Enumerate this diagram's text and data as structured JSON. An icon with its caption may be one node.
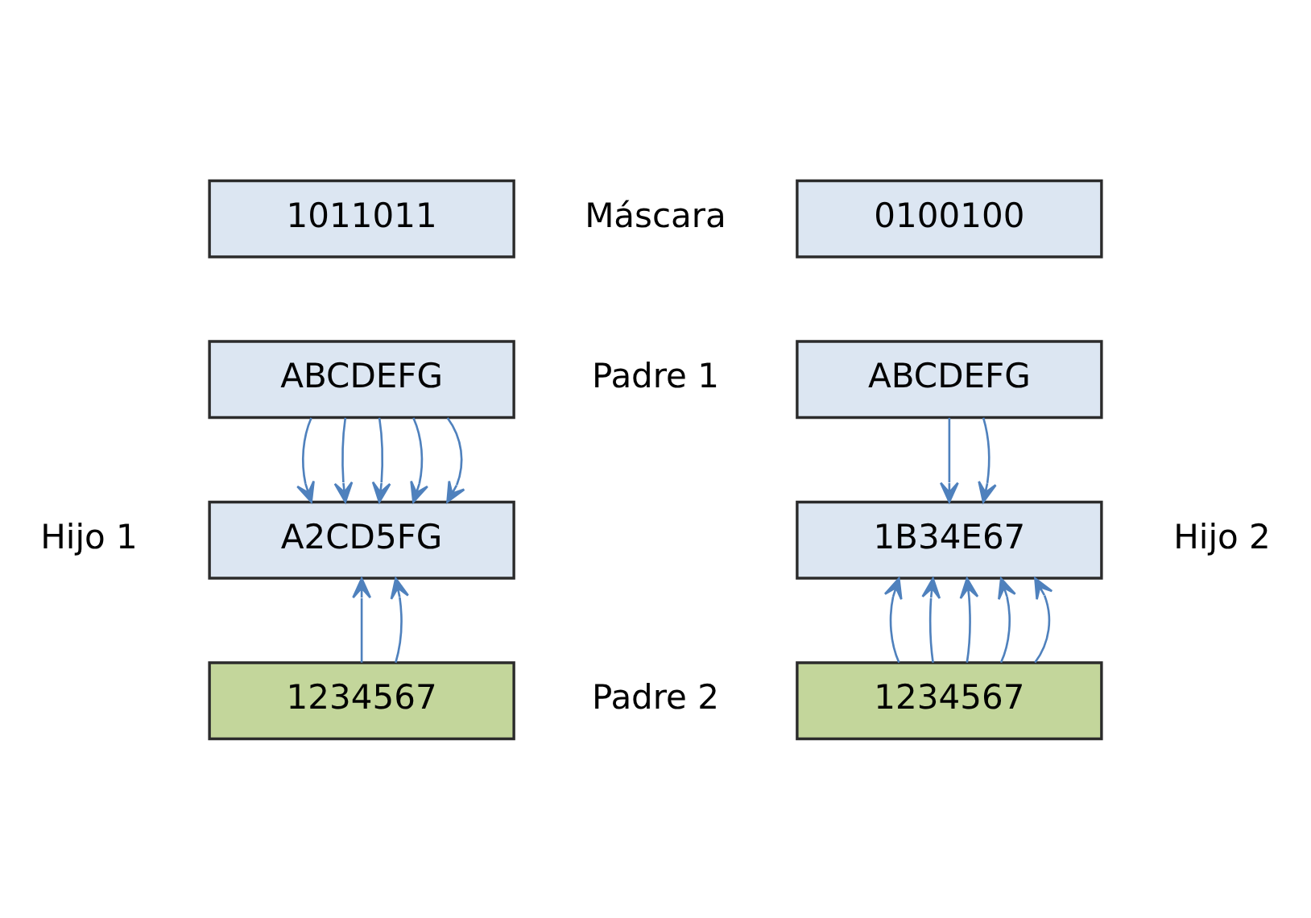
{
  "diagram": {
    "nodes": [
      {
        "text": [
          "1011011"
        ]
      },
      {
        "text": [
          "0100100"
        ]
      },
      {
        "text": [
          "ABCDEFG"
        ]
      },
      {
        "text": [
          "ABCDEFG"
        ]
      },
      {
        "text": [
          "A2CD5FG"
        ]
      },
      {
        "text": [
          "1B34E67"
        ]
      },
      {
        "text": [
          "1234567"
        ]
      },
      {
        "text": [
          "1234567"
        ]
      }
    ],
    "edges": [
      {
        "from": 2,
        "to": 4,
        "arrow": "to"
      },
      {
        "from": 2,
        "to": 4,
        "arrow": "to"
      },
      {
        "from": 2,
        "to": 4,
        "arrow": "to"
      },
      {
        "from": 2,
        "to": 4,
        "arrow": "to"
      },
      {
        "from": 2,
        "to": 4,
        "arrow": "to"
      },
      {
        "from": 3,
        "to": 5,
        "arrow": "to"
      },
      {
        "from": 3,
        "to": 5,
        "arrow": "to"
      },
      {
        "from": 6,
        "to": 4,
        "arrow": "to"
      },
      {
        "from": 6,
        "to": 4,
        "arrow": "to"
      },
      {
        "from": 7,
        "to": 5,
        "arrow": "to"
      },
      {
        "from": 7,
        "to": 5,
        "arrow": "to"
      },
      {
        "from": 7,
        "to": 5,
        "arrow": "to"
      },
      {
        "from": 7,
        "to": 5,
        "arrow": "to"
      },
      {
        "from": 7,
        "to": 5,
        "arrow": "to"
      }
    ],
    "labels": [
      "Máscara",
      "Padre 1",
      "Hijo 1",
      "Hijo 2",
      "Padre 2"
    ]
  }
}
